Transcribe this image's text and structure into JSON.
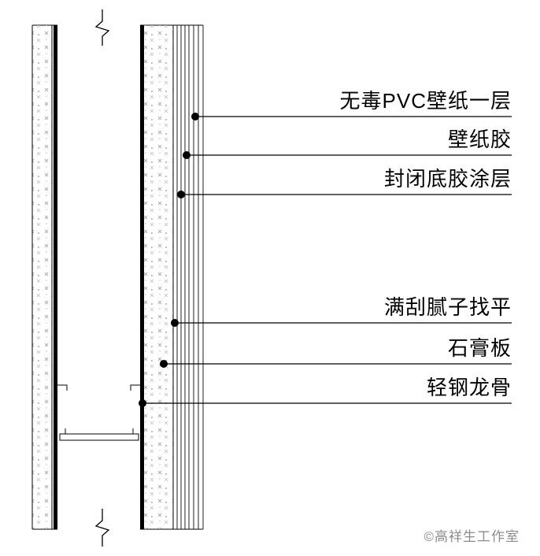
{
  "diagram": {
    "type": "architectural-wall-section-detail",
    "labels": [
      {
        "id": "pvc-wallpaper",
        "text": "无毒PVC壁纸一层"
      },
      {
        "id": "wallpaper-adhesive",
        "text": "壁纸胶"
      },
      {
        "id": "sealing-primer-coat",
        "text": "封闭底胶涂层"
      },
      {
        "id": "putty-leveling",
        "text": "满刮腻子找平"
      },
      {
        "id": "gypsum-board",
        "text": "石膏板"
      },
      {
        "id": "light-steel-keel",
        "text": "轻钢龙骨"
      }
    ],
    "watermark": "©高祥生工作室",
    "colors": {
      "line": "#000000",
      "stipple": "#a8a8a8",
      "watermark": "#8c8c8c",
      "background": "#ffffff"
    }
  }
}
